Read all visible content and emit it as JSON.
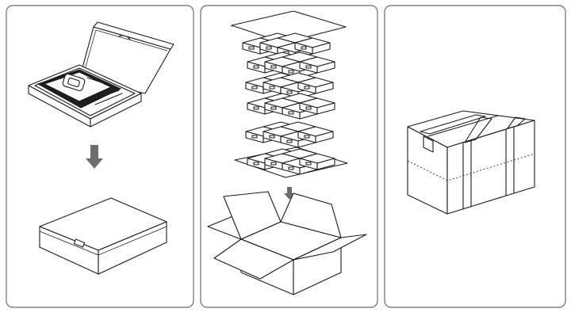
{
  "steps": [
    {
      "id": 1,
      "icon": "device-in-open-box-icon"
    },
    {
      "id": 2,
      "icon": "boxes-stacked-into-carton-icon"
    },
    {
      "id": 3,
      "icon": "sealed-shipping-carton-icon"
    }
  ],
  "colors": {
    "panel_border": "#6b6b6b",
    "line_art": "#1a1a1a",
    "arrow": "#6d6d6d",
    "background": "#ffffff"
  }
}
